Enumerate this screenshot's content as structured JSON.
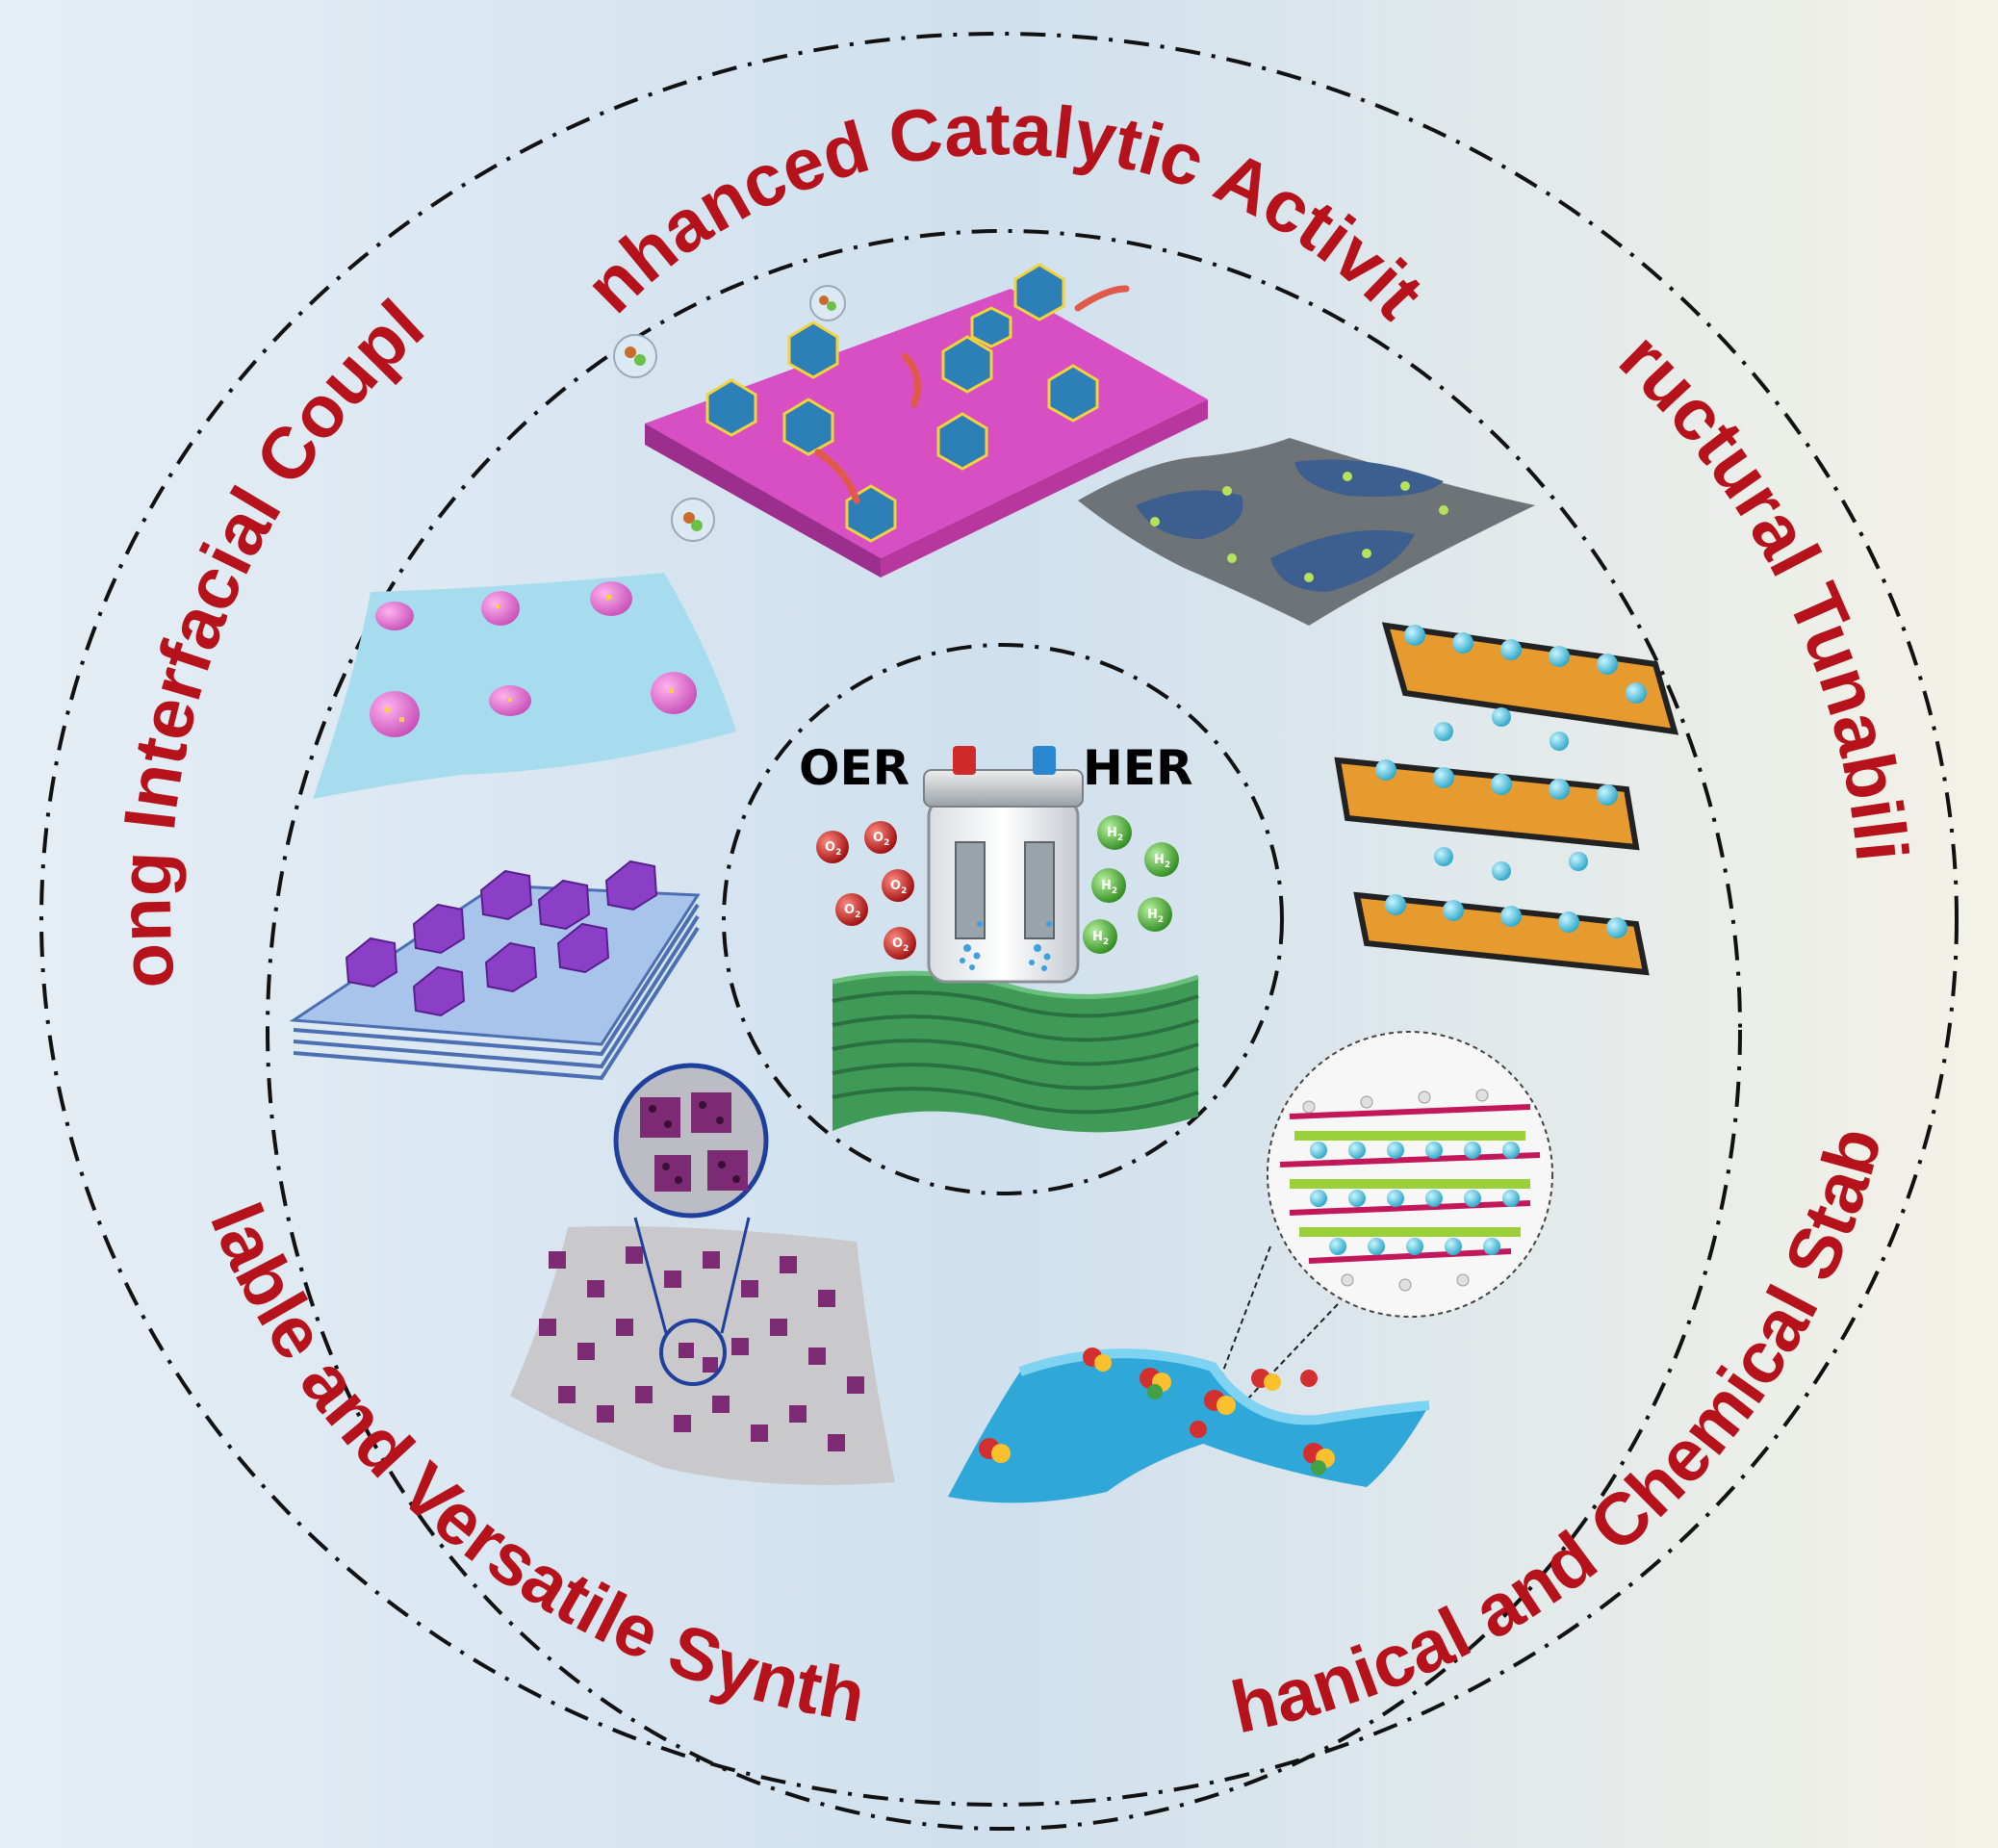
{
  "colors": {
    "label_red": "#b5121b",
    "ring_dash": "#111111",
    "bg_left": "#e3edf5",
    "bg_center": "#d0e2f0",
    "bg_right": "#f3f1e6"
  },
  "ring_labels": {
    "top": "Enhanced Catalytic Activity",
    "left": "Strong Interfacial Coupling",
    "right": "Structural Tunability",
    "bottom_left": "Scalable and Versatile Synthesis",
    "bottom_right": "Mechanical and Chemical Stability"
  },
  "center": {
    "left_label": "OER",
    "right_label": "HER",
    "oxygen_bubble": "O",
    "oxygen_subscript": "2",
    "hydrogen_bubble": "H",
    "hydrogen_subscript": "2"
  },
  "illustrations": [
    "nanoparticle-decorated-nanosheet",
    "gray-sheet-with-blue-patches",
    "layered-intercalated-structure",
    "atomic-lattice-zoom",
    "wavy-blue-sheet-with-clusters",
    "porous-cubes-on-substrate",
    "stacked-sheets-with-polyhedra",
    "hemispheres-on-wavy-sheet"
  ]
}
